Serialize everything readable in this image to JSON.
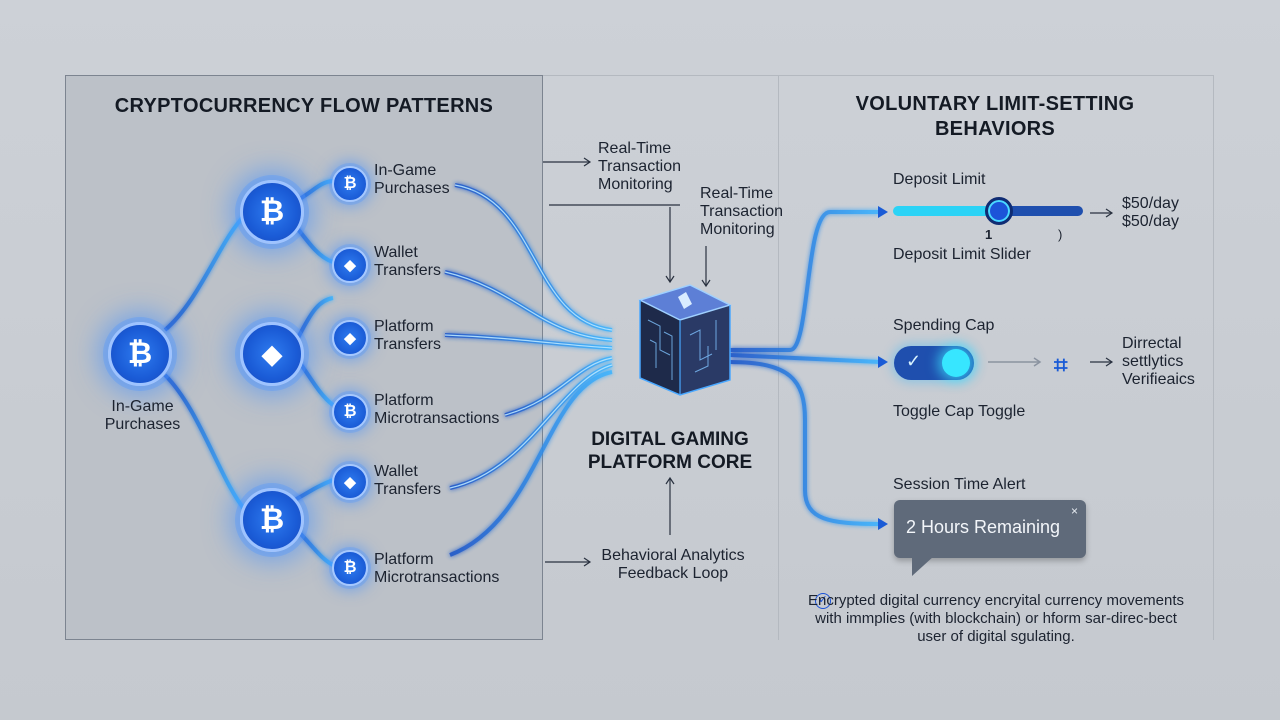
{
  "left": {
    "title": "CRYPTOCURRENCY FLOW PATTERNS",
    "source_label": "In-Game\nPurchases",
    "targets": [
      {
        "label": "In-Game\nPurchases",
        "icon": "bitcoin-icon"
      },
      {
        "label": "Wallet\nTransfers",
        "icon": "ethereum-icon"
      },
      {
        "label": "Platform\nTransfers",
        "icon": "ethereum-icon"
      },
      {
        "label": "Platform\nMicrotransactions",
        "icon": "bitcoin-icon"
      },
      {
        "label": "Wallet\nTransfers",
        "icon": "ethereum-icon"
      },
      {
        "label": "Platform\nMicrotransactions",
        "icon": "bitcoin-icon"
      }
    ]
  },
  "middle": {
    "monitor_label_1": "Real-Time\nTransaction\nMonitoring",
    "monitor_label_2": "Real-Time\nTransaction\nMonitoring",
    "core_title": "DIGITAL GAMING\nPLATFORM CORE",
    "feedback_label": "Behavioral Analytics\nFeedback Loop"
  },
  "right": {
    "title": "VOLUNTARY LIMIT-SETTING\nBEHAVIORS",
    "deposit": {
      "heading": "Deposit Limit",
      "tick_left": "1",
      "tick_right": ")",
      "caption": "Deposit Limit Slider",
      "value": "$50/day\n$50/day",
      "fill_fraction": 0.55
    },
    "spending": {
      "heading": "Spending Cap",
      "caption": "Toggle Cap Toggle",
      "result": "Dirrectal\nsettlytics\nVerifieaics",
      "state": "on"
    },
    "session": {
      "heading": "Session Time Alert",
      "alert_text": "2 Hours Remaining",
      "close": "×"
    },
    "footnote": "Encrypted digital currency encryital currency movements with immplies (with blockchain) or hform sar-direc-bect user of digital sgulating."
  },
  "colors": {
    "accent": "#1a5bd6",
    "glow": "#3c8cff",
    "cyan": "#2bd3f6",
    "alert_bg": "#5f6a7a"
  }
}
